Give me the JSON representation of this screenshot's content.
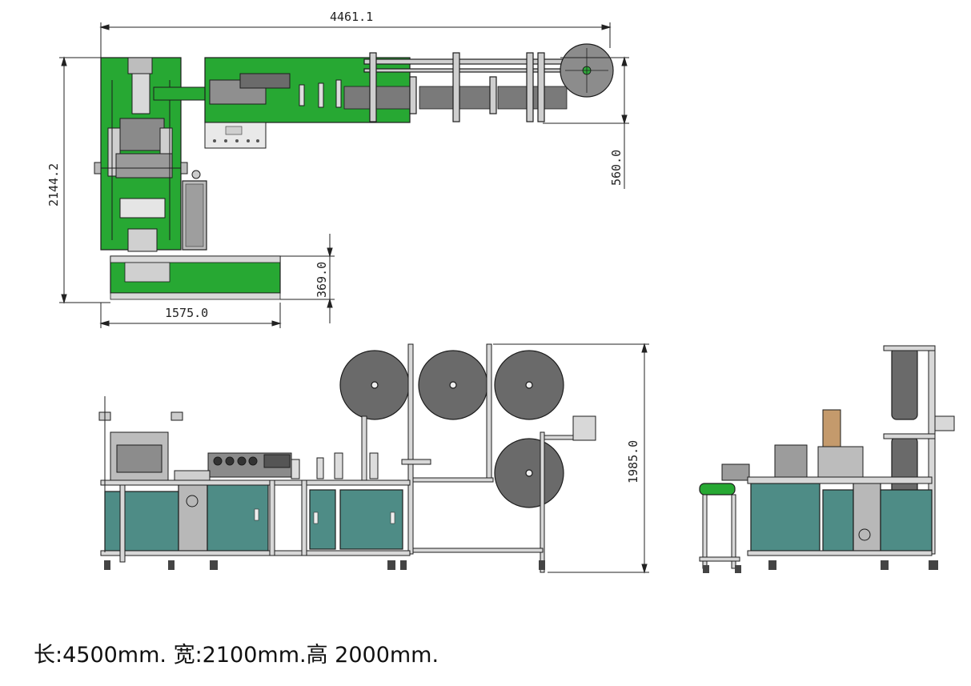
{
  "dimensions": {
    "overall_length": "4461.1",
    "overall_depth": "2144.2",
    "unwind_offset": "560.0",
    "conveyor_depth": "369.0",
    "conveyor_length": "1575.0",
    "overall_height": "1985.0"
  },
  "caption": "长:4500mm.  宽:2100mm.高 2000mm.",
  "colors": {
    "frame_green": "#27a833",
    "cabinet_teal": "#4e8c86",
    "roll_grey": "#6a6a6a",
    "panel_grey": "#b8b8b8",
    "line_dark": "#2a2a2a"
  }
}
